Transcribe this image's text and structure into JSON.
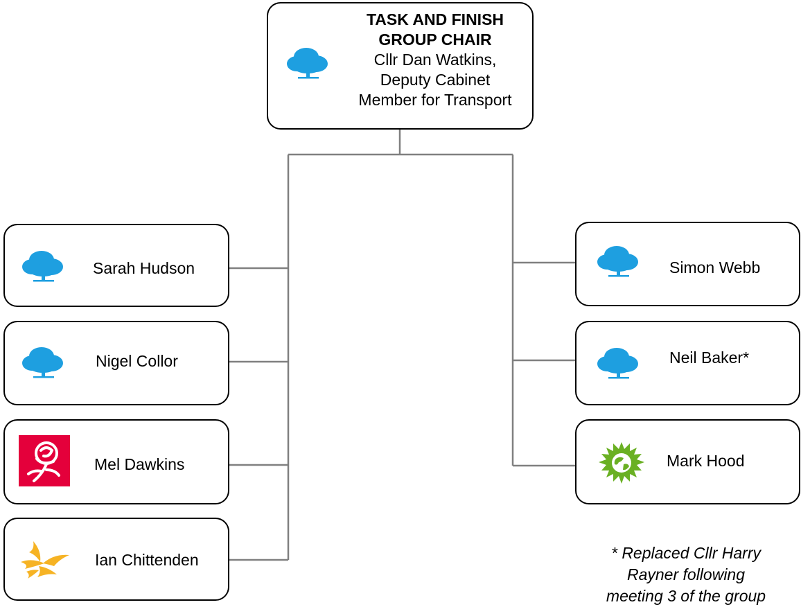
{
  "chair": {
    "title_lines": [
      "TASK AND FINISH",
      "GROUP CHAIR"
    ],
    "detail_lines": [
      "Cllr Dan Watkins,",
      "Deputy Cabinet",
      "Member for Transport"
    ],
    "party_icon": "conservative-tree-icon"
  },
  "members_left": [
    {
      "name": "Sarah Hudson",
      "party_icon": "conservative-tree-icon"
    },
    {
      "name": "Nigel Collor",
      "party_icon": "conservative-tree-icon"
    },
    {
      "name": "Mel Dawkins",
      "party_icon": "labour-rose-icon"
    },
    {
      "name": "Ian Chittenden",
      "party_icon": "liberal-democrat-bird-icon"
    }
  ],
  "members_right": [
    {
      "name": "Simon Webb",
      "party_icon": "conservative-tree-icon"
    },
    {
      "name": "Neil Baker*",
      "party_icon": "conservative-tree-icon"
    },
    {
      "name": "Mark Hood",
      "party_icon": "green-party-icon"
    }
  ],
  "footnote_lines": [
    "* Replaced Cllr Harry",
    "Rayner following",
    "meeting 3 of the group"
  ],
  "colors": {
    "conservative": "#1e9fe0",
    "labour": "#e4003b",
    "libdem": "#f6b324",
    "green": "#6ab023",
    "connector": "#808080"
  }
}
